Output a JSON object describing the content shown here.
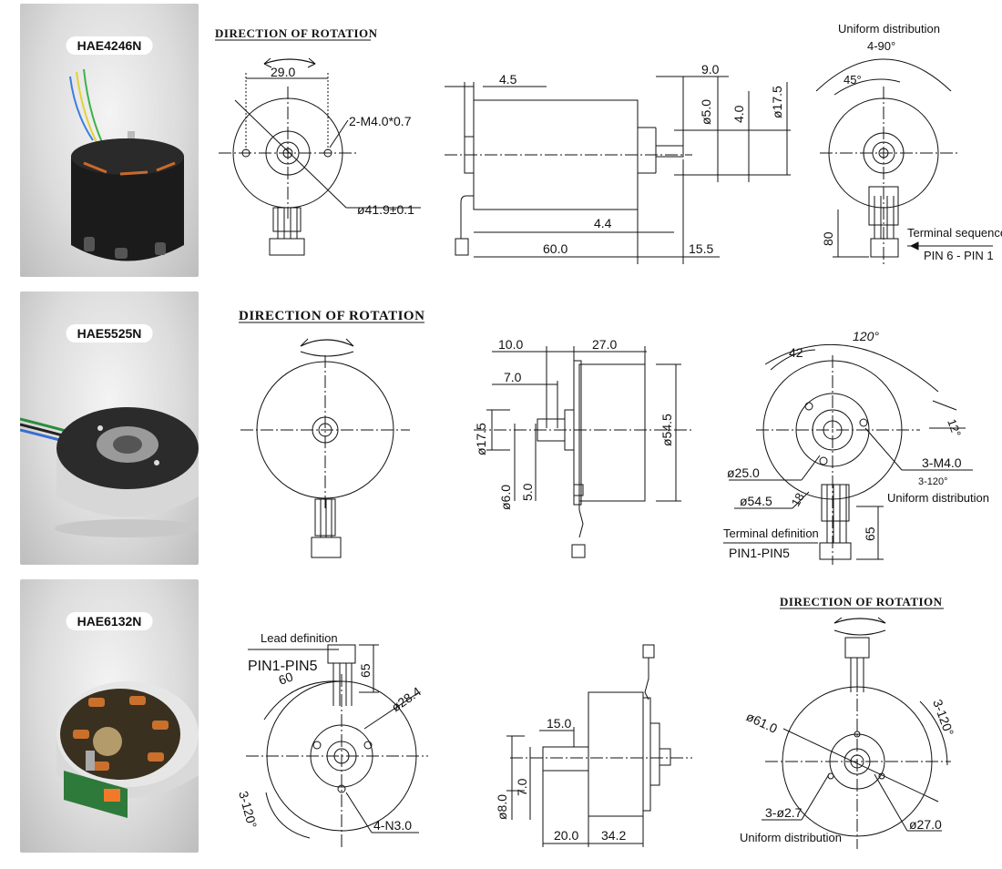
{
  "rows": [
    {
      "model": "HAE4246N",
      "rotation_title": "DIRECTION OF ROTATION",
      "front": {
        "width": "29.0",
        "holes": "2-M4.0*0.7",
        "dia": "ø41.9±0.1"
      },
      "side": {
        "d1": "4.5",
        "d2": "9.0",
        "d3": "ø5.0",
        "d4": "4.0",
        "d5": "ø17.5",
        "d6": "4.4",
        "d7": "60.0",
        "d8": "15.5"
      },
      "back": {
        "dist": "Uniform distribution",
        "angle1": "4-90°",
        "angle2": "45°",
        "lead": "80",
        "term1": "Terminal sequence",
        "term2": "PIN 6 - PIN 1"
      }
    },
    {
      "model": "HAE5525N",
      "rotation_title": "DIRECTION OF ROTATION",
      "side": {
        "d1": "10.0",
        "d2": "27.0",
        "d3": "7.0",
        "d4": "ø17.5",
        "d5": "ø54.5",
        "d6": "ø6.0",
        "d7": "5.0"
      },
      "back": {
        "a1": "120°",
        "a2": "42",
        "a3": "12°",
        "holes": "3-M4.0",
        "holes2": "3-120°",
        "dist": "Uniform distribution",
        "d1": "ø25.0",
        "d2": "ø54.5",
        "d3": "18",
        "lead": "65",
        "term1": "Terminal definition",
        "term2": "PIN1-PIN5"
      }
    },
    {
      "model": "HAE6132N",
      "rotation_title": "DIRECTION OF ROTATION",
      "front": {
        "lead_def": "Lead definition",
        "pins": "PIN1-PIN5",
        "lead": "65",
        "a1": "60",
        "d1": "ø28.4",
        "a2": "3-120°",
        "holes": "4-N3.0"
      },
      "side": {
        "d1": "15.0",
        "d2": "ø8.0",
        "d3": "7.0",
        "d4": "20.0",
        "d5": "34.2"
      },
      "back": {
        "d1": "ø61.0",
        "a1": "3-120°",
        "holes": "3-ø2.7",
        "dist": "Uniform distribution",
        "d2": "ø27.0"
      }
    }
  ]
}
